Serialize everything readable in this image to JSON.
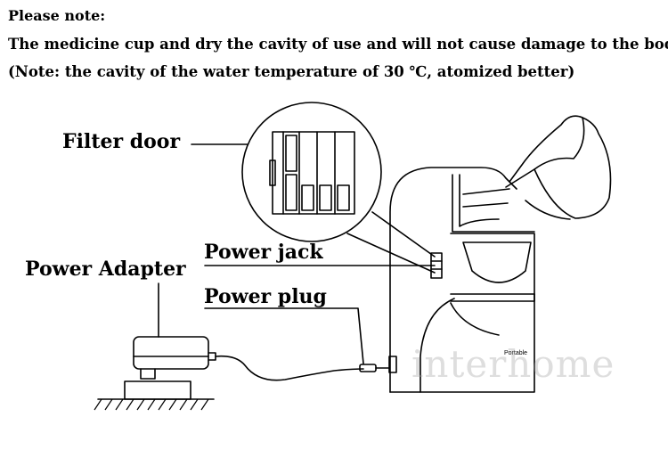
{
  "note": {
    "title": "Please note:",
    "line1": "The medicine cup and dry the cavity of use and will not cause damage to the body",
    "line2": "(Note: the cavity of the water temperature of 30 ℃, atomized better)"
  },
  "labels": {
    "filter_door": "Filter door",
    "power_jack": "Power jack",
    "power_adapter": "Power Adapter",
    "power_plug": "Power plug"
  },
  "device_text": "Portable",
  "watermark": "interhome"
}
